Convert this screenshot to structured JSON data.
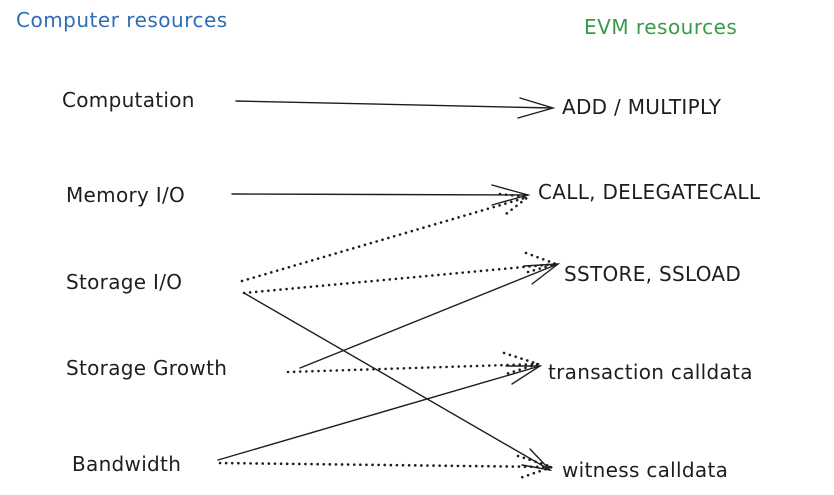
{
  "headers": {
    "computer": "Computer resources",
    "evm": "EVM resources"
  },
  "computer_resources": [
    "Computation",
    "Memory I/O",
    "Storage I/O",
    "Storage Growth",
    "Bandwidth"
  ],
  "evm_resources": [
    "ADD / MULTIPLY",
    "CALL, DELEGATECALL",
    "SSTORE, SSLOAD",
    "transaction calldata",
    "witness calldata"
  ],
  "colors": {
    "computer_header": "#2f6db5",
    "evm_header": "#3a9a4a",
    "ink": "#1e1e1e"
  },
  "mappings": [
    {
      "from": "Computation",
      "to": "ADD / MULTIPLY",
      "style": "solid"
    },
    {
      "from": "Memory I/O",
      "to": "CALL, DELEGATECALL",
      "style": "solid"
    },
    {
      "from": "Storage I/O",
      "to": "CALL, DELEGATECALL",
      "style": "dotted"
    },
    {
      "from": "Storage I/O",
      "to": "SSTORE, SSLOAD",
      "style": "dotted"
    },
    {
      "from": "Storage I/O",
      "to": "witness calldata",
      "style": "solid"
    },
    {
      "from": "Storage Growth",
      "to": "SSTORE, SSLOAD",
      "style": "solid"
    },
    {
      "from": "Storage Growth",
      "to": "transaction calldata",
      "style": "dotted"
    },
    {
      "from": "Bandwidth",
      "to": "transaction calldata",
      "style": "solid"
    },
    {
      "from": "Bandwidth",
      "to": "witness calldata",
      "style": "dotted"
    }
  ]
}
